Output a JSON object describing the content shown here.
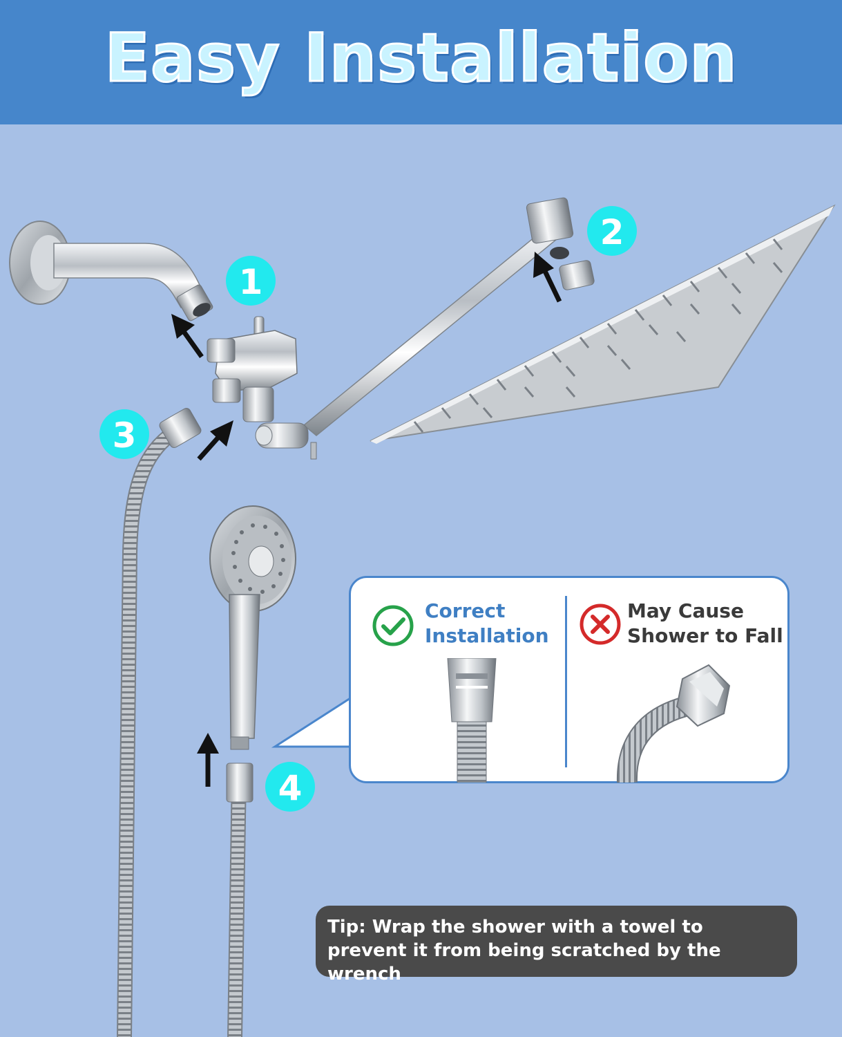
{
  "header": {
    "title": "Easy Installation"
  },
  "steps": [
    {
      "number": "1"
    },
    {
      "number": "2"
    },
    {
      "number": "3"
    },
    {
      "number": "4"
    }
  ],
  "comparison": {
    "correct_label": "Correct\nInstallation",
    "wrong_label": "May Cause\nShower to Fall"
  },
  "tip": {
    "text": "Tip: Wrap the shower with a towel to prevent it from being scratched by the wrench"
  },
  "colors": {
    "banner": "#4686cb",
    "background": "#a7c0e6",
    "step_badge": "#22e9ee",
    "correct": "#27a24a",
    "wrong": "#d42a2a",
    "card_border": "#4a86cc",
    "tip_background": "#4a4a4a"
  }
}
